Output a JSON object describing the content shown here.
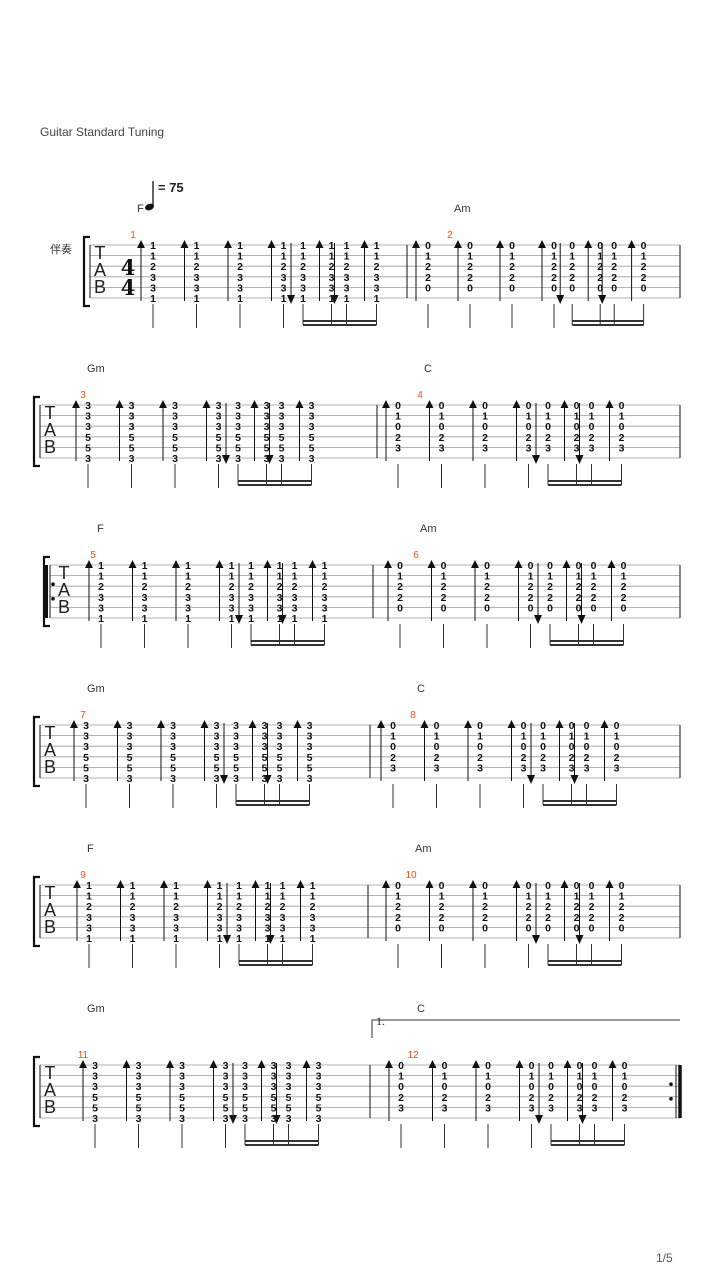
{
  "header": {
    "tuning": "Guitar Standard Tuning",
    "tempo_label": "= 75",
    "instrument": "伴奏",
    "page_number": "1/5"
  },
  "clef_letters": [
    "T",
    "A",
    "B"
  ],
  "time_signature": {
    "top": "4",
    "bottom": "4"
  },
  "volta_label": "1.",
  "chord_frets": {
    "F": [
      "1",
      "1",
      "2",
      "3",
      "3",
      "1"
    ],
    "Am": [
      "0",
      "1",
      "2",
      "2",
      "0",
      ""
    ],
    "Gm": [
      "3",
      "3",
      "3",
      "5",
      "5",
      "3"
    ],
    "C": [
      "0",
      "1",
      "0",
      "2",
      "3",
      ""
    ]
  },
  "rows": [
    {
      "measures": [
        {
          "number": "1",
          "chord": "F"
        },
        {
          "number": "2",
          "chord": "Am"
        }
      ]
    },
    {
      "measures": [
        {
          "number": "3",
          "chord": "Gm"
        },
        {
          "number": "4",
          "chord": "C"
        }
      ]
    },
    {
      "measures": [
        {
          "number": "5",
          "chord": "F"
        },
        {
          "number": "6",
          "chord": "Am"
        }
      ]
    },
    {
      "measures": [
        {
          "number": "7",
          "chord": "Gm"
        },
        {
          "number": "8",
          "chord": "C"
        }
      ]
    },
    {
      "measures": [
        {
          "number": "9",
          "chord": "F"
        },
        {
          "number": "10",
          "chord": "Am"
        }
      ]
    },
    {
      "measures": [
        {
          "number": "11",
          "chord": "Gm"
        },
        {
          "number": "12",
          "chord": "C"
        }
      ]
    }
  ],
  "strum_pattern": [
    "up",
    "up",
    "up",
    "up",
    "down",
    "up",
    "down",
    "up"
  ]
}
